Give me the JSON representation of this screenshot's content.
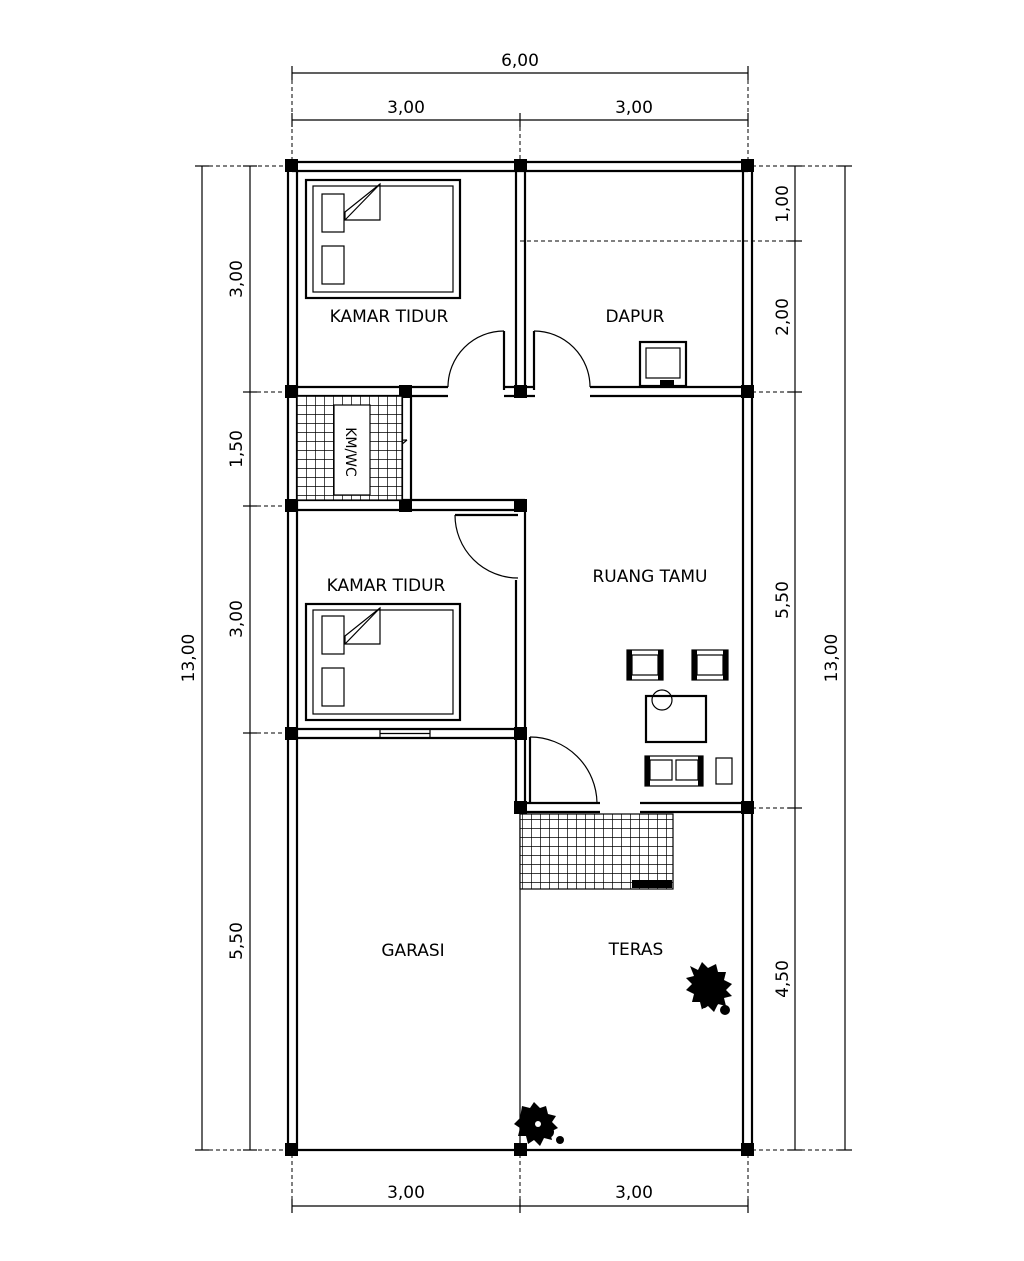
{
  "title": "",
  "rooms": {
    "bedroom_top": "KAMAR TIDUR",
    "kitchen": "DAPUR",
    "bathroom": "KM/WC",
    "bedroom_mid": "KAMAR TIDUR",
    "living": "RUANG TAMU",
    "garage": "GARASI",
    "terrace": "TERAS"
  },
  "dimensions": {
    "top_total": "6,00",
    "top_left": "3,00",
    "top_right": "3,00",
    "bottom_left": "3,00",
    "bottom_right": "3,00",
    "left_total": "13,00",
    "left_1": "3,00",
    "left_2": "1,50",
    "left_3": "3,00",
    "left_4": "5,50",
    "right_total": "13,00",
    "right_1": "1,00",
    "right_2": "2,00",
    "right_3": "5,50",
    "right_4": "4,50"
  }
}
